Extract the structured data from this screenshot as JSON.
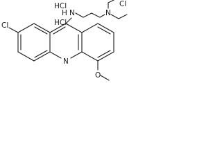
{
  "structure": {
    "atom_labels": {
      "chloro_ring": "Cl",
      "amine_nh": "H",
      "amine_n": "N",
      "ring_n": "N",
      "tertiary_n": "N",
      "methoxy_o": "O",
      "chloro_chain": "Cl"
    },
    "salts": [
      "HCl",
      "HCl"
    ]
  },
  "colors": {
    "ink": "#1a1a1a",
    "background": "#ffffff"
  }
}
